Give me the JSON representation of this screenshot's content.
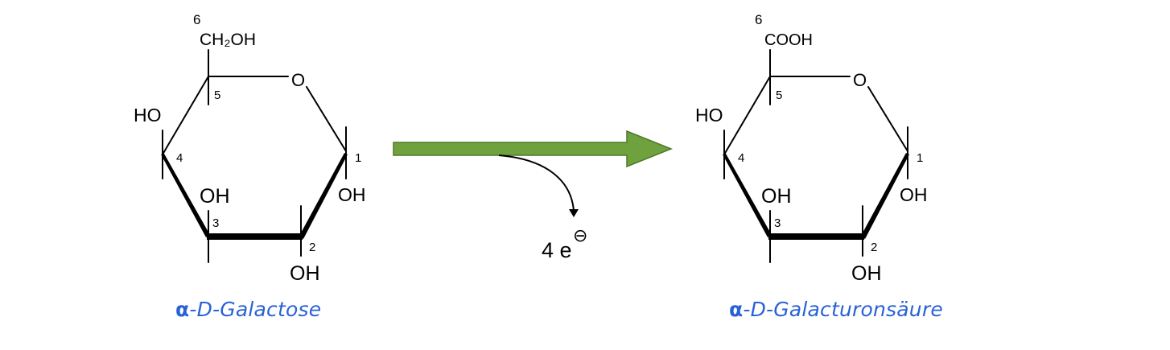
{
  "colors": {
    "arrow_fill": "#70a13f",
    "arrow_stroke": "#4d7a2a",
    "caption": "#2a62d6",
    "bond": "#000000"
  },
  "reaction": {
    "electrons_count": "4 e",
    "electron_charge_symbol": "⊖"
  },
  "reactant": {
    "substituent_c6": "CH₂OH",
    "ring_oxygen": "O",
    "ho_c4": "HO",
    "oh_c3": "OH",
    "oh_c2": "OH",
    "oh_c1": "OH",
    "numbers": {
      "c1": "1",
      "c2": "2",
      "c3": "3",
      "c4": "4",
      "c5": "5",
      "c6": "6"
    },
    "name_prefix": "α",
    "name_rest": "-D-Galactose"
  },
  "product": {
    "substituent_c6": "COOH",
    "ring_oxygen": "O",
    "ho_c4": "HO",
    "oh_c3": "OH",
    "oh_c2": "OH",
    "oh_c1": "OH",
    "numbers": {
      "c1": "1",
      "c2": "2",
      "c3": "3",
      "c4": "4",
      "c5": "5",
      "c6": "6"
    },
    "name_prefix": "α",
    "name_rest": "-D-Galacturonsäure"
  }
}
